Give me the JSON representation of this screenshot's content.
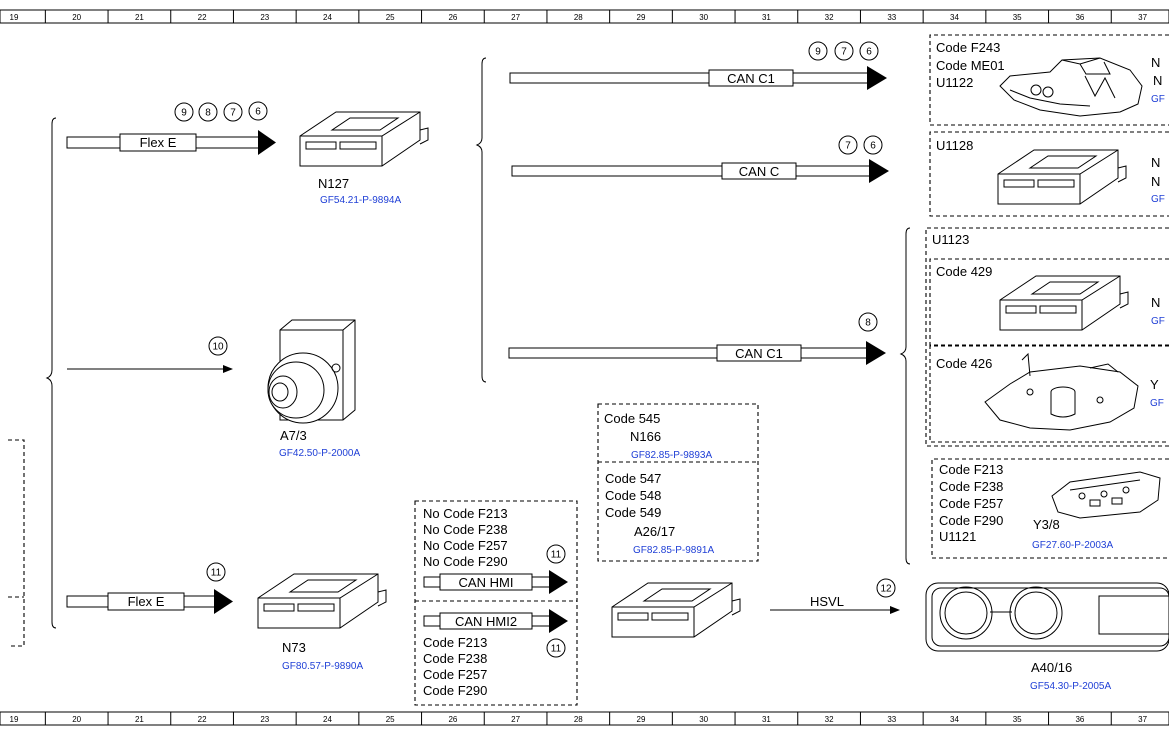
{
  "ruler": {
    "top": [
      "19",
      "20",
      "21",
      "22",
      "23",
      "24",
      "25",
      "26",
      "27",
      "28",
      "29",
      "30",
      "31",
      "32",
      "33",
      "34",
      "35",
      "36",
      "37"
    ],
    "bottom": [
      "19",
      "20",
      "21",
      "22",
      "23",
      "24",
      "25",
      "26",
      "27",
      "28",
      "29",
      "30",
      "31",
      "32",
      "33",
      "34",
      "35",
      "36",
      "37"
    ]
  },
  "buses": {
    "flex_e_top": "Flex E",
    "flex_e_bottom": "Flex E",
    "can_c1_top": "CAN C1",
    "can_c": "CAN C",
    "can_c1_mid": "CAN C1",
    "can_hmi": "CAN HMI",
    "can_hmi2": "CAN HMI2",
    "hsvl": "HSVL"
  },
  "circles": {
    "flex_top": [
      "9",
      "8",
      "7",
      "6"
    ],
    "can_c1_top": [
      "9",
      "7",
      "6"
    ],
    "can_c": [
      "7",
      "6"
    ],
    "can_c1_mid": [
      "8"
    ],
    "a7": [
      "10"
    ],
    "flex_bottom": [
      "11"
    ],
    "can_hmi": [
      "11"
    ],
    "can_hmi2": [
      "11"
    ],
    "hsvl": [
      "12"
    ]
  },
  "components": {
    "n127": {
      "label": "N127",
      "ref": "GF54.21-P-9894A"
    },
    "a7_3": {
      "label": "A7/3",
      "ref": "GF42.50-P-2000A"
    },
    "n73": {
      "label": "N73",
      "ref": "GF80.57-P-9890A"
    },
    "n166": {
      "codes": [
        "Code 545"
      ],
      "label": "N166",
      "ref": "GF82.85-P-9893A"
    },
    "a26_17": {
      "codes": [
        "Code 547",
        "Code 548",
        "Code 549"
      ],
      "label": "A26/17",
      "ref": "GF82.85-P-9891A"
    },
    "hmi_top": {
      "codes": [
        "No Code F213",
        "No Code F238",
        "No Code F257",
        "No Code F290"
      ]
    },
    "hmi_bottom": {
      "codes": [
        "Code F213",
        "Code F238",
        "Code F257",
        "Code F290"
      ]
    },
    "a40_16": {
      "label": "A40/16",
      "ref": "GF54.30-P-2005A"
    },
    "r1": {
      "codes": [
        "Code F243",
        "Code ME01",
        "U1122"
      ],
      "cut": [
        "N",
        "N",
        "GF"
      ]
    },
    "r2": {
      "codes": [
        "U1128"
      ],
      "cut": [
        "N",
        "N",
        "GF"
      ]
    },
    "r3": {
      "title": "U1123",
      "code": "Code 429",
      "cut": [
        "N",
        "GF"
      ]
    },
    "r4": {
      "code": "Code 426",
      "cut": [
        "Y",
        "GF"
      ]
    },
    "y3_8": {
      "codes": [
        "Code F213",
        "Code F238",
        "Code F257",
        "Code F290",
        "U1121"
      ],
      "label": "Y3/8",
      "ref": "GF27.60-P-2003A"
    }
  }
}
